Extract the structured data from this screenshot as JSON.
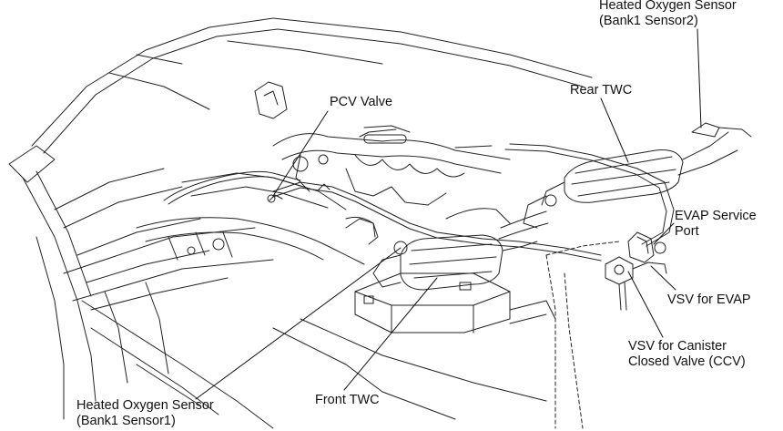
{
  "labels": {
    "ho2s_bank1_sensor2": [
      "Heated Oxygen Sensor",
      "(Bank1 Sensor2)"
    ],
    "pcv_valve": "PCV Valve",
    "rear_twc": "Rear TWC",
    "evap_service_port": [
      "EVAP Service",
      "Port"
    ],
    "vsv_for_evap": "VSV for EVAP",
    "vsv_for_ccv": [
      "VSV for Canister",
      "Closed Valve (CCV)"
    ],
    "front_twc": "Front TWC",
    "ho2s_bank1_sensor1": [
      "Heated Oxygen Sensor",
      "(Bank1 Sensor1)"
    ]
  }
}
